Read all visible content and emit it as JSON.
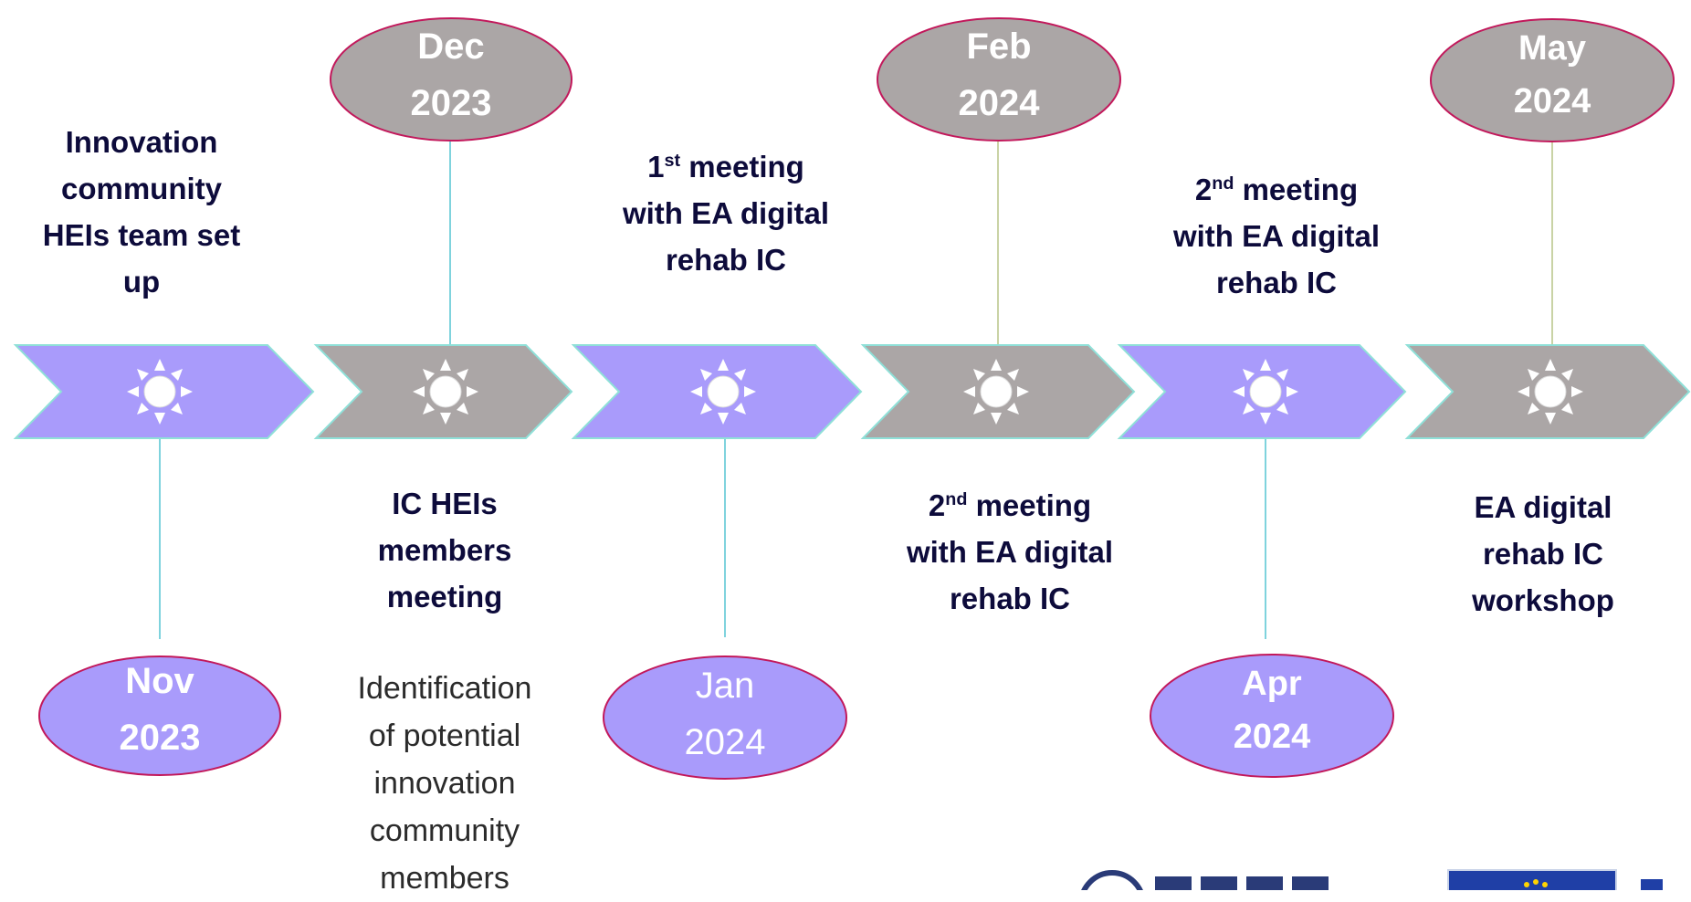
{
  "colors": {
    "purple": "#a99bfb",
    "grey": "#aba6a6",
    "chevron_border": "#8fe0d8",
    "oval_border": "#c2185b",
    "connector_teal": "#7fd3dd",
    "connector_olive": "#c9d3a5",
    "text_dark": "#0d0b3b"
  },
  "chevrons": [
    {
      "color": "purple",
      "icon": "sun-icon"
    },
    {
      "color": "grey",
      "icon": "sun-icon"
    },
    {
      "color": "purple",
      "icon": "sun-icon"
    },
    {
      "color": "grey",
      "icon": "sun-icon"
    },
    {
      "color": "purple",
      "icon": "sun-icon"
    },
    {
      "color": "grey",
      "icon": "sun-icon"
    }
  ],
  "milestones": [
    {
      "month": "Nov",
      "year": "2023",
      "color": "purple",
      "label_weight": "bold"
    },
    {
      "month": "Dec",
      "year": "2023",
      "color": "grey",
      "label_weight": "bold"
    },
    {
      "month": "Jan",
      "year": "2024",
      "color": "purple",
      "label_weight": "normal"
    },
    {
      "month": "Feb",
      "year": "2024",
      "color": "grey",
      "label_weight": "bold"
    },
    {
      "month": "Apr",
      "year": "2024",
      "color": "purple",
      "label_weight": "bold"
    },
    {
      "month": "May",
      "year": "2024",
      "color": "grey",
      "label_weight": "bold"
    }
  ],
  "events": {
    "e1": {
      "l1": "Innovation",
      "l2": "community",
      "l3": "HEIs team set",
      "l4": "up"
    },
    "e2": {
      "l1": "IC HEIs",
      "l2": "members",
      "l3": "meeting"
    },
    "e2_note": {
      "l1": "Identification",
      "l2": "of potential",
      "l3": "innovation",
      "l4": "community",
      "l5": "members"
    },
    "e3": {
      "num": "1",
      "sup": "st",
      "rest": " meeting",
      "l2": "with EA digital",
      "l3": "rehab IC"
    },
    "e4": {
      "num": "2",
      "sup": "nd",
      "rest": " meeting",
      "l2": "with EA digital",
      "l3": "rehab IC"
    },
    "e5": {
      "num": "2",
      "sup": "nd",
      "rest": " meeting",
      "l2": "with EA digital",
      "l3": "rehab IC"
    },
    "e6": {
      "l1": "EA digital",
      "l2": "rehab IC",
      "l3": "workshop"
    }
  }
}
